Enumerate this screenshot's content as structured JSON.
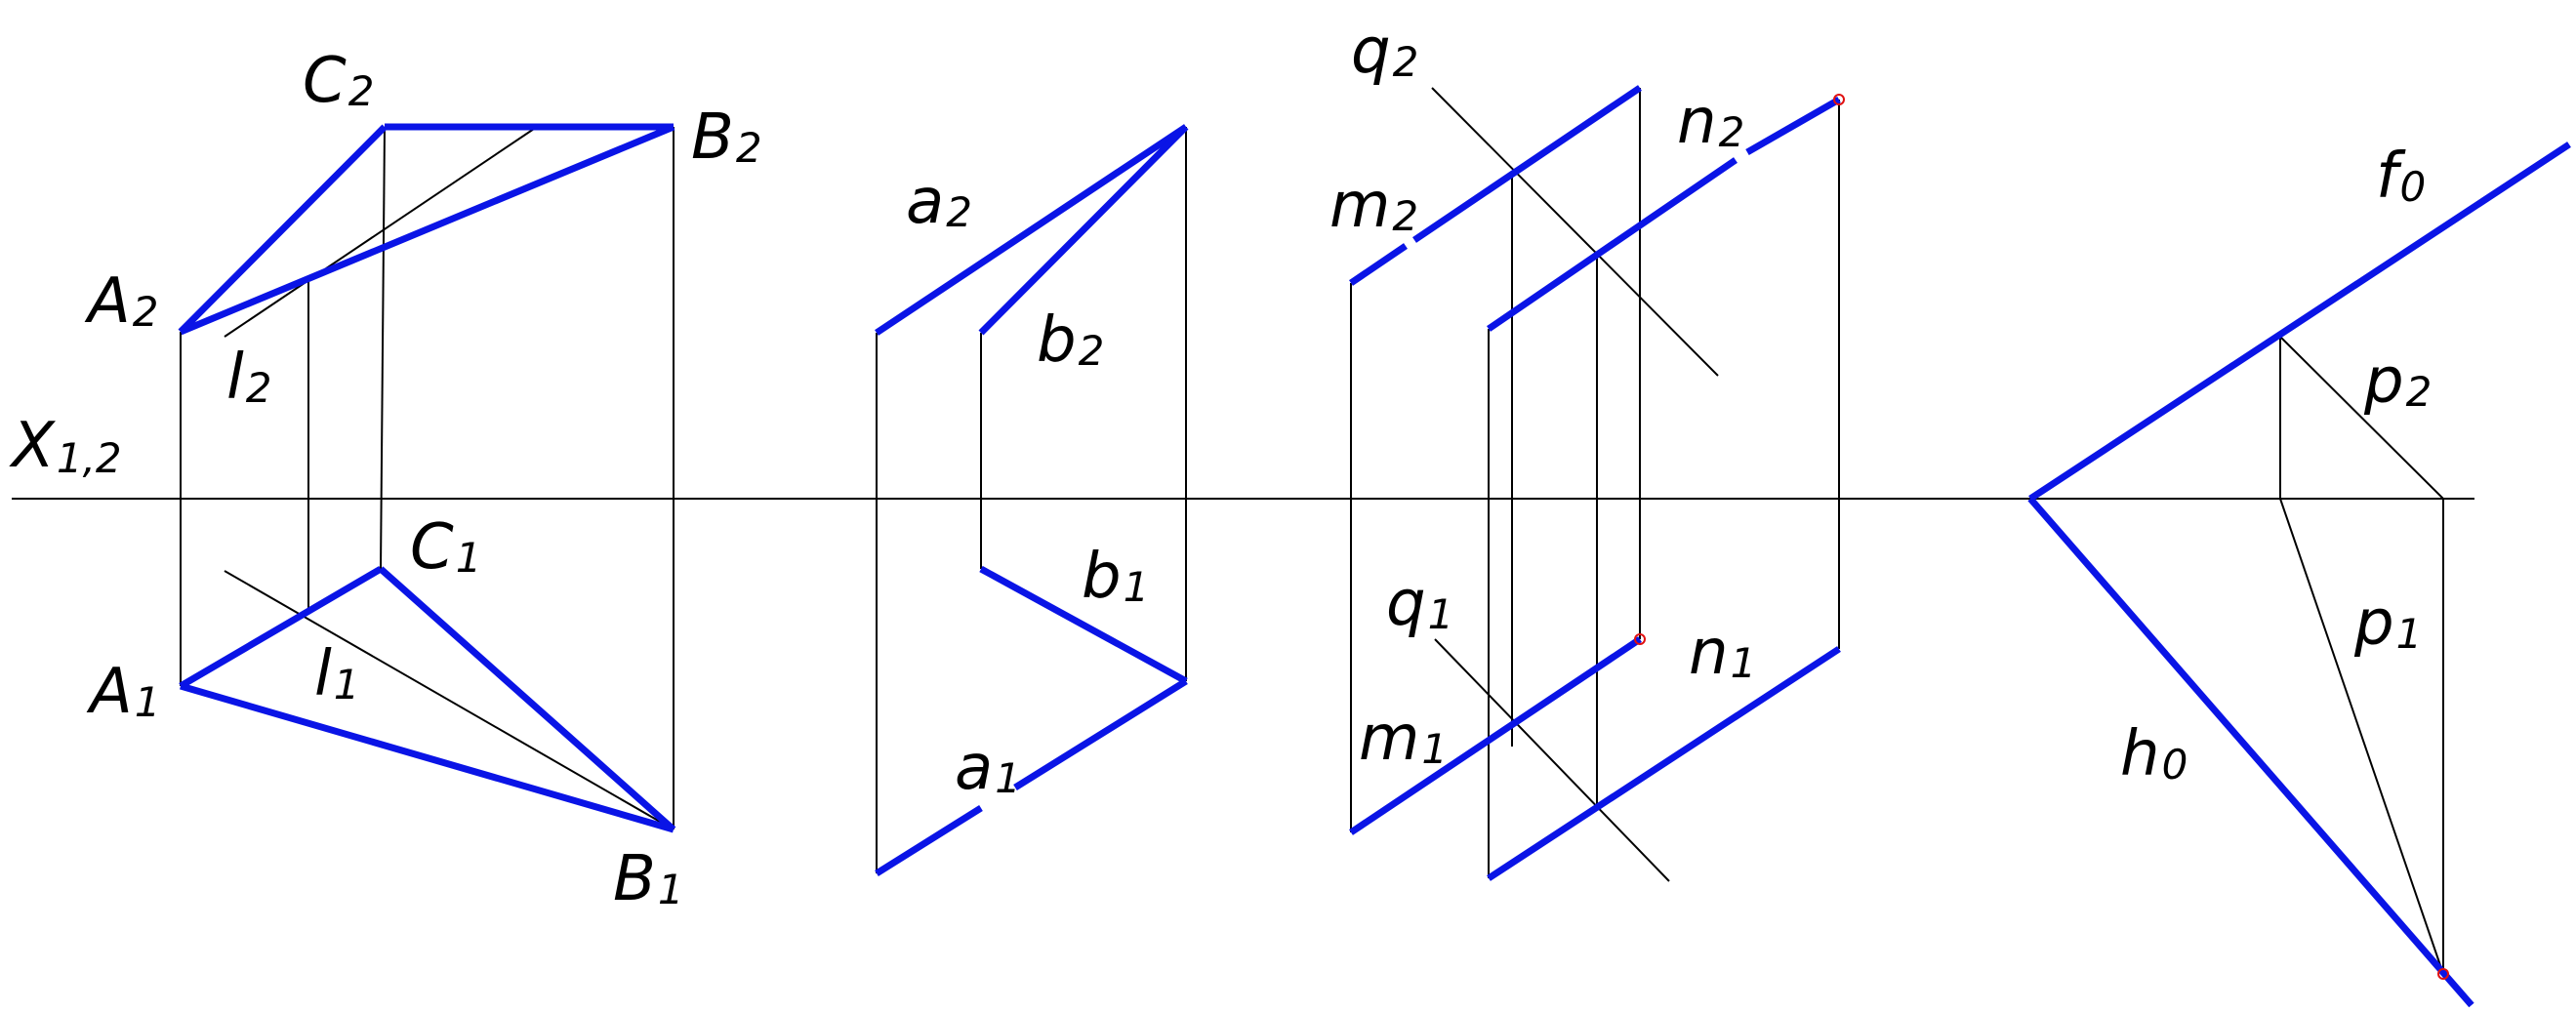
{
  "colors": {
    "construction": "#000000",
    "projection_line": "#0a14e6",
    "point_marker": "#e01010",
    "background": "#ffffff"
  },
  "labels": {
    "axis": {
      "main": "X",
      "sub": "1,2"
    },
    "C2": {
      "main": "C",
      "sub": "2"
    },
    "B2": {
      "main": "B",
      "sub": "2"
    },
    "A2": {
      "main": "A",
      "sub": "2"
    },
    "l2": {
      "main": "l",
      "sub": "2"
    },
    "C1": {
      "main": "C",
      "sub": "1"
    },
    "A1": {
      "main": "A",
      "sub": "1"
    },
    "l1": {
      "main": "l",
      "sub": "1"
    },
    "B1": {
      "main": "B",
      "sub": "1"
    },
    "a2": {
      "main": "a",
      "sub": "2"
    },
    "b2": {
      "main": "b",
      "sub": "2"
    },
    "b1": {
      "main": "b",
      "sub": "1"
    },
    "a1": {
      "main": "a",
      "sub": "1"
    },
    "q2": {
      "main": "q",
      "sub": "2"
    },
    "m2": {
      "main": "m",
      "sub": "2"
    },
    "n2": {
      "main": "n",
      "sub": "2"
    },
    "q1": {
      "main": "q",
      "sub": "1"
    },
    "m1": {
      "main": "m",
      "sub": "1"
    },
    "n1": {
      "main": "n",
      "sub": "1"
    },
    "f0": {
      "main": "f",
      "sub": "0"
    },
    "p2": {
      "main": "p",
      "sub": "2"
    },
    "p1": {
      "main": "p",
      "sub": "1"
    },
    "h0": {
      "main": "h",
      "sub": "0"
    }
  }
}
